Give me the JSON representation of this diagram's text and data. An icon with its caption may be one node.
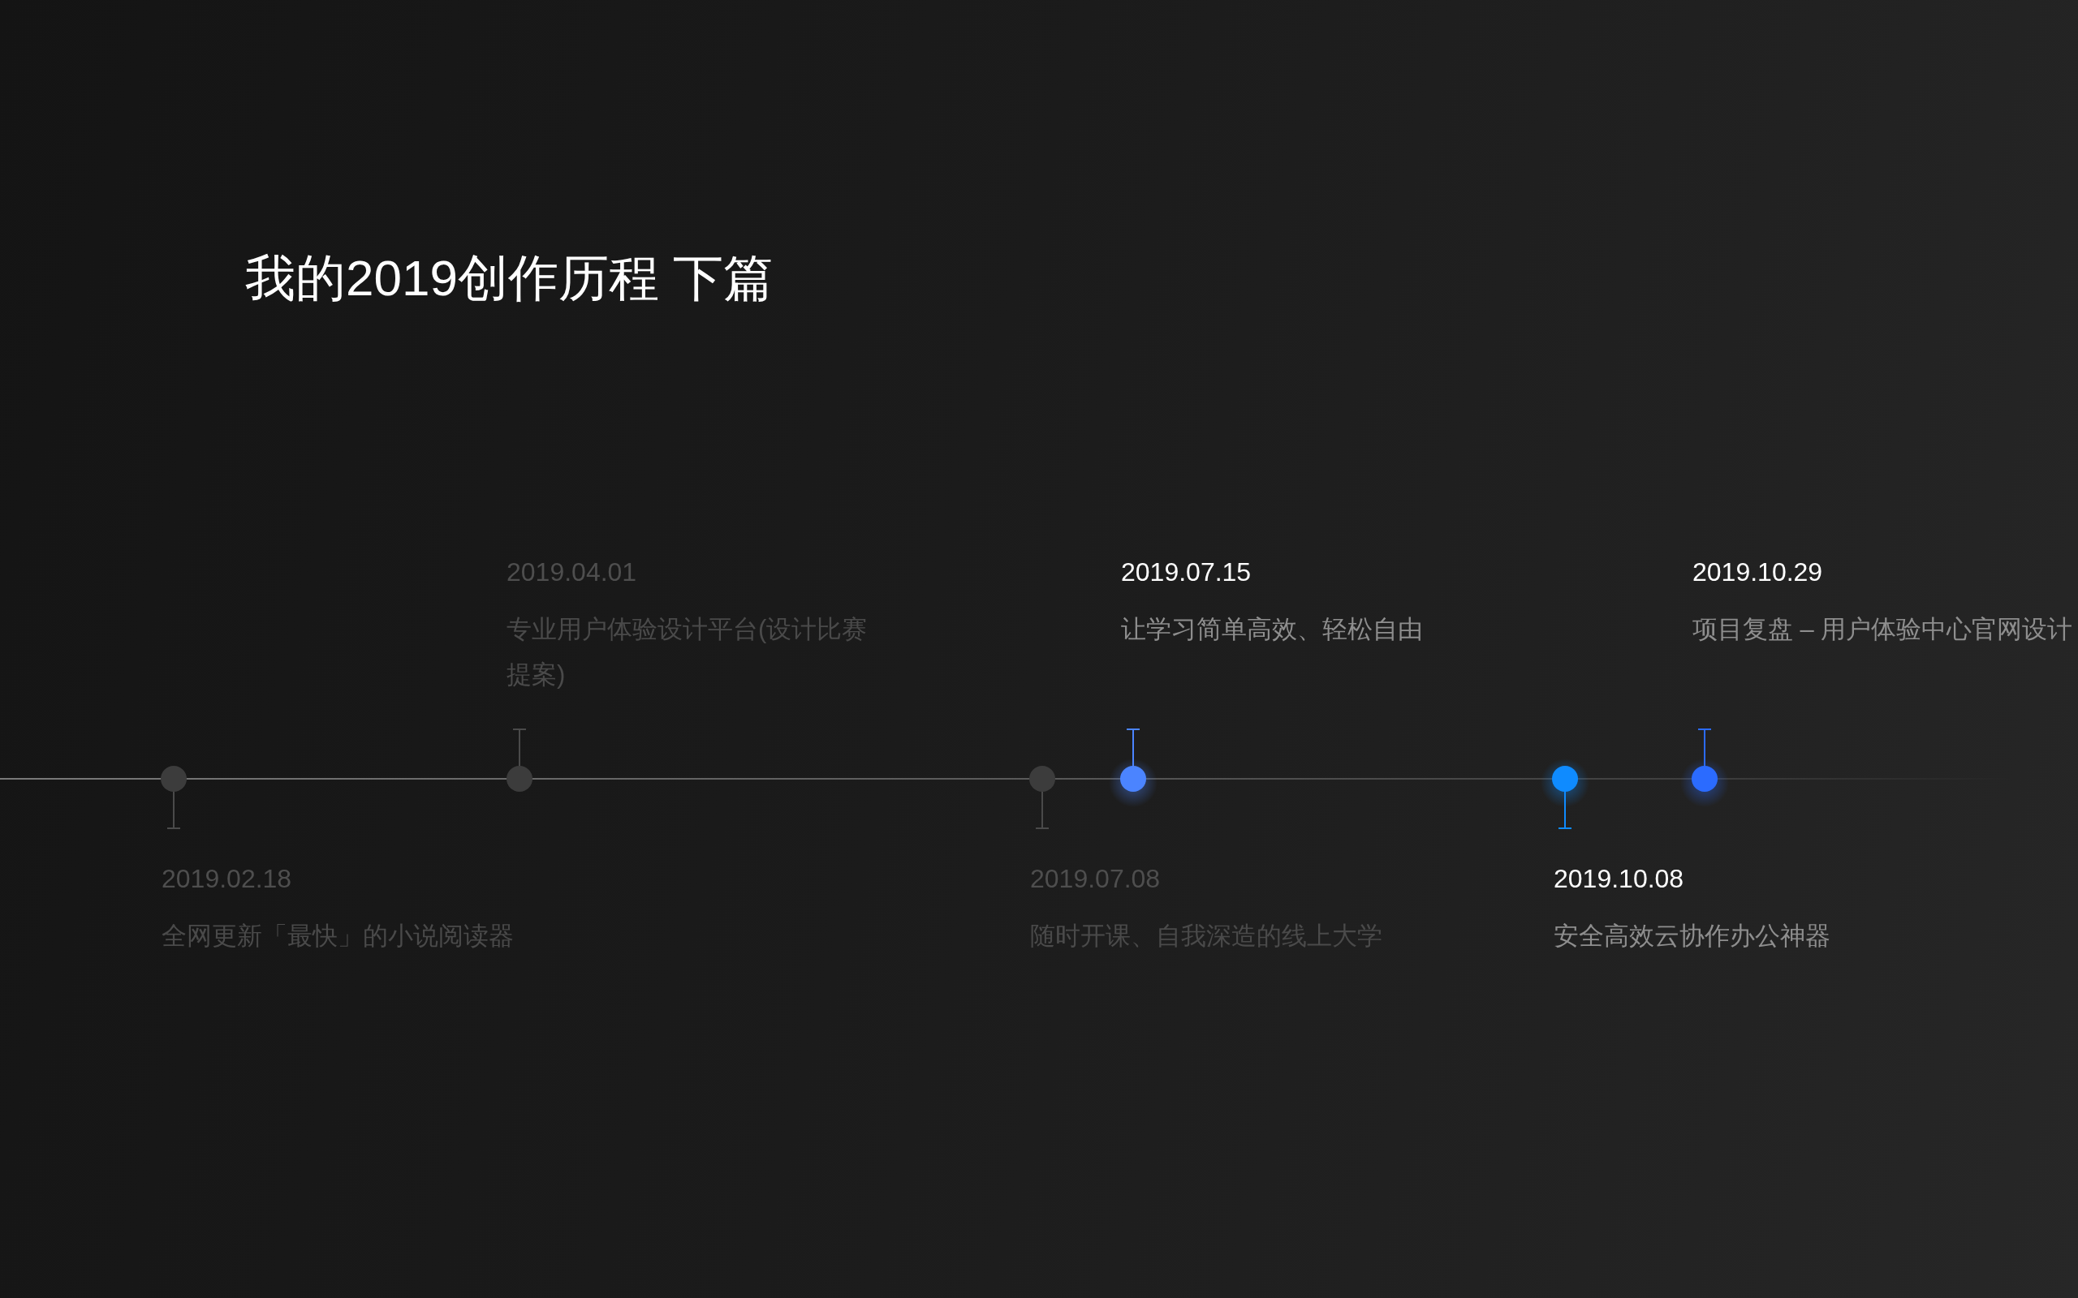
{
  "diagram": {
    "title": "我的2019创作历程 下篇",
    "nodes": [
      {
        "text": [
          "2019.02.18",
          "全网更新「最快」的小说阅读器"
        ]
      },
      {
        "text": [
          "2019.04.01",
          "专业用户体验设计平台(设计比赛提案)"
        ]
      },
      {
        "text": [
          "2019.07.08",
          "随时开课、自我深造的线上大学"
        ]
      },
      {
        "text": [
          "2019.07.15",
          "让学习简单高效、轻松自由"
        ]
      },
      {
        "text": [
          "2019.10.08",
          "安全高效云协作办公神器"
        ]
      },
      {
        "text": [
          "2019.10.29",
          "项目复盘 – 用户体验中心官网设计"
        ]
      }
    ]
  }
}
